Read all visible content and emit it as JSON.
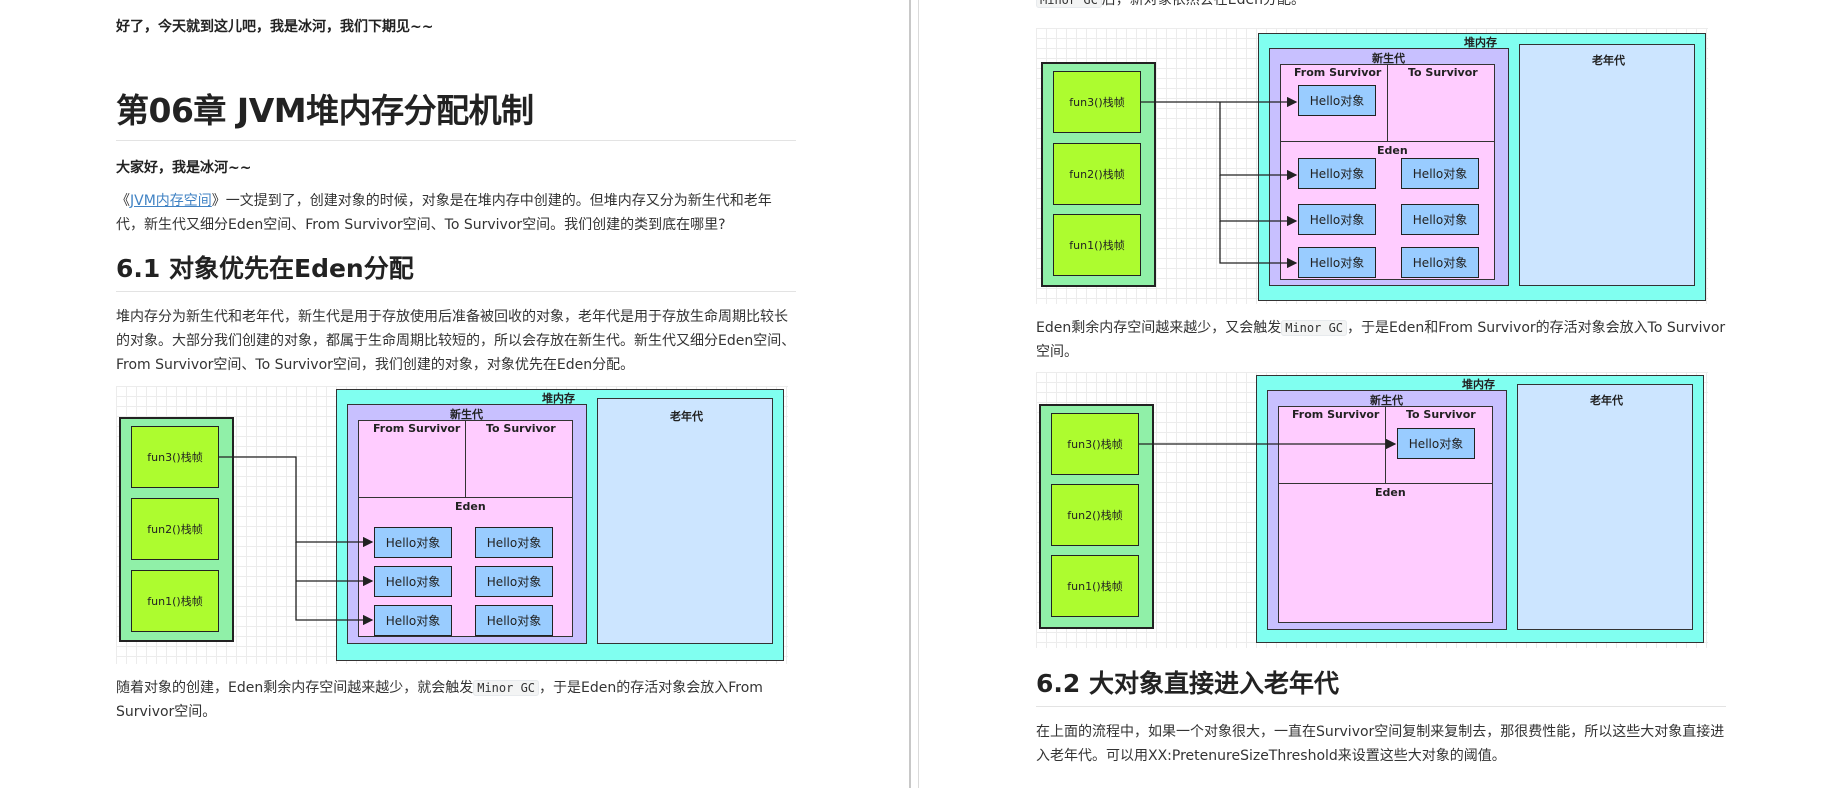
{
  "left": {
    "farewell": "好了，今天就到这儿吧，我是冰河，我们下期见~~",
    "chapter_title": "第06章 JVM堆内存分配机制",
    "greeting": "大家好，我是冰河~~",
    "intro_prefix": "《",
    "intro_link": "JVM内存空间",
    "intro_suffix": "》一文提到了，创建对象的时候，对象是在堆内存中创建的。但堆内存又分为新生代和老年代，新生代又细分Eden空间、From Survivor空间、To Survivor空间。我们创建的类到底在哪里?",
    "section_title": "6.1 对象优先在Eden分配",
    "section_para": "堆内存分为新生代和老年代，新生代是用于存放使用后准备被回收的对象，老年代是用于存放生命周期比较长的对象。大部分我们创建的对象，都属于生命周期比较短的，所以会存放在新生代。新生代又细分Eden空间、From Survivor空间、To Survivor空间，我们创建的对象，对象优先在Eden分配。",
    "after_prefix": "随着对象的创建，Eden剩余内存空间越来越少，就会触发",
    "after_code": "Minor GC",
    "after_suffix": "，于是Eden的存活对象会放入From Survivor空间。"
  },
  "right": {
    "top_code": "Minor GC",
    "top_suffix": "后，新对象依然会在Eden分配。",
    "mid_prefix": "Eden剩余内存空间越来越少，又会触发",
    "mid_code": "Minor GC",
    "mid_suffix": "，于是Eden和From Survivor的存活对象会放入To Survivor空间。",
    "section_title": "6.2 大对象直接进入老年代",
    "section_para": "在上面的流程中，如果一个对象很大，一直在Survivor空间复制来复制去，那很费性能，所以这些大对象直接进入老年代。可以用XX:PretenureSizeThreshold来设置这些大对象的阈值。"
  },
  "diagram": {
    "heap_label": "堆内存",
    "young_label": "新生代",
    "old_label": "老年代",
    "from_label": "From Survivor",
    "to_label": "To Survivor",
    "eden_label": "Eden",
    "frame3": "fun3()栈帧",
    "frame2": "fun2()栈帧",
    "frame1": "fun1()栈帧",
    "object_label": "Hello对象"
  },
  "colors": {
    "stack_bg": "#90f0a8",
    "frame_bg": "#adfc2f",
    "heap_bg": "#80fff0",
    "young_bg": "#c8c0ff",
    "survivor_bg": "#ffccff",
    "old_bg": "#cce5ff",
    "object_bg": "#99ccff",
    "link": "#4183c4"
  }
}
